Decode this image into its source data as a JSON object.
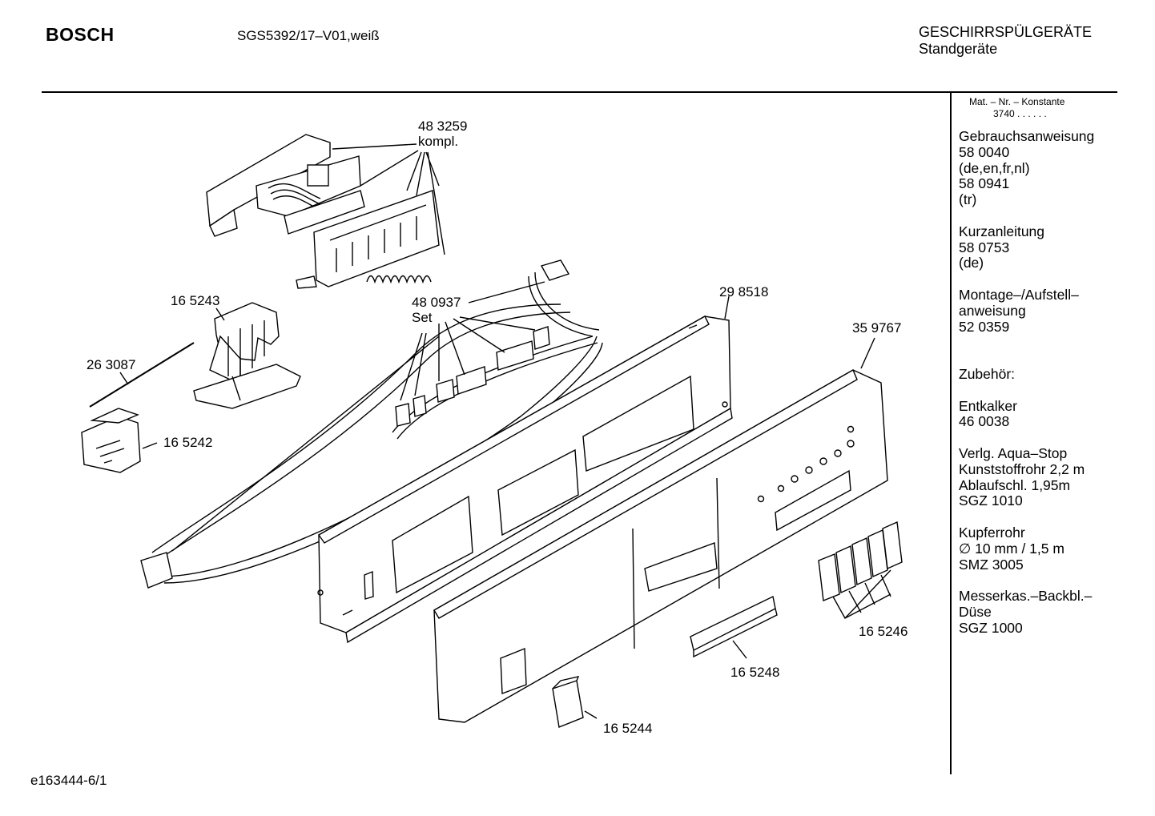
{
  "header": {
    "brand": "BOSCH",
    "model": "SGS5392/17–V01,weiß",
    "category_line1": "GESCHIRRSPÜLGERÄTE",
    "category_line2": "Standgeräte"
  },
  "sidebar": {
    "constant_label": "Mat. – Nr. – Konstante",
    "constant_value": "3740 . . . . . .",
    "lines": [
      "Gebrauchsanweisung",
      "58 0040",
      "(de,en,fr,nl)",
      "58 0941",
      "(tr)",
      "",
      "Kurzanleitung",
      "58 0753",
      "(de)",
      "",
      "Montage–/Aufstell–",
      "anweisung",
      "52 0359",
      "",
      "",
      "Zubehör:",
      "",
      "Entkalker",
      "46 0038",
      "",
      "Verlg. Aqua–Stop",
      "Kunststoffrohr 2,2 m",
      "Ablaufschl. 1,95m",
      "SGZ 1010",
      "",
      "Kupferrohr",
      "∅ 10 mm / 1,5 m",
      "SMZ 3005",
      "",
      "Messerkas.–Backbl.–",
      "Düse",
      "SGZ 1000"
    ]
  },
  "parts": {
    "p483259": "48 3259",
    "p483259_note": "kompl.",
    "p480937": "48 0937",
    "p480937_note": "Set",
    "p298518": "29 8518",
    "p359767": "35 9767",
    "p165243": "16 5243",
    "p263087": "26 3087",
    "p165242": "16 5242",
    "p165246": "16 5246",
    "p165248": "16 5248",
    "p165244": "16 5244"
  },
  "footer": {
    "drawing_id": "e163444-6/1"
  }
}
